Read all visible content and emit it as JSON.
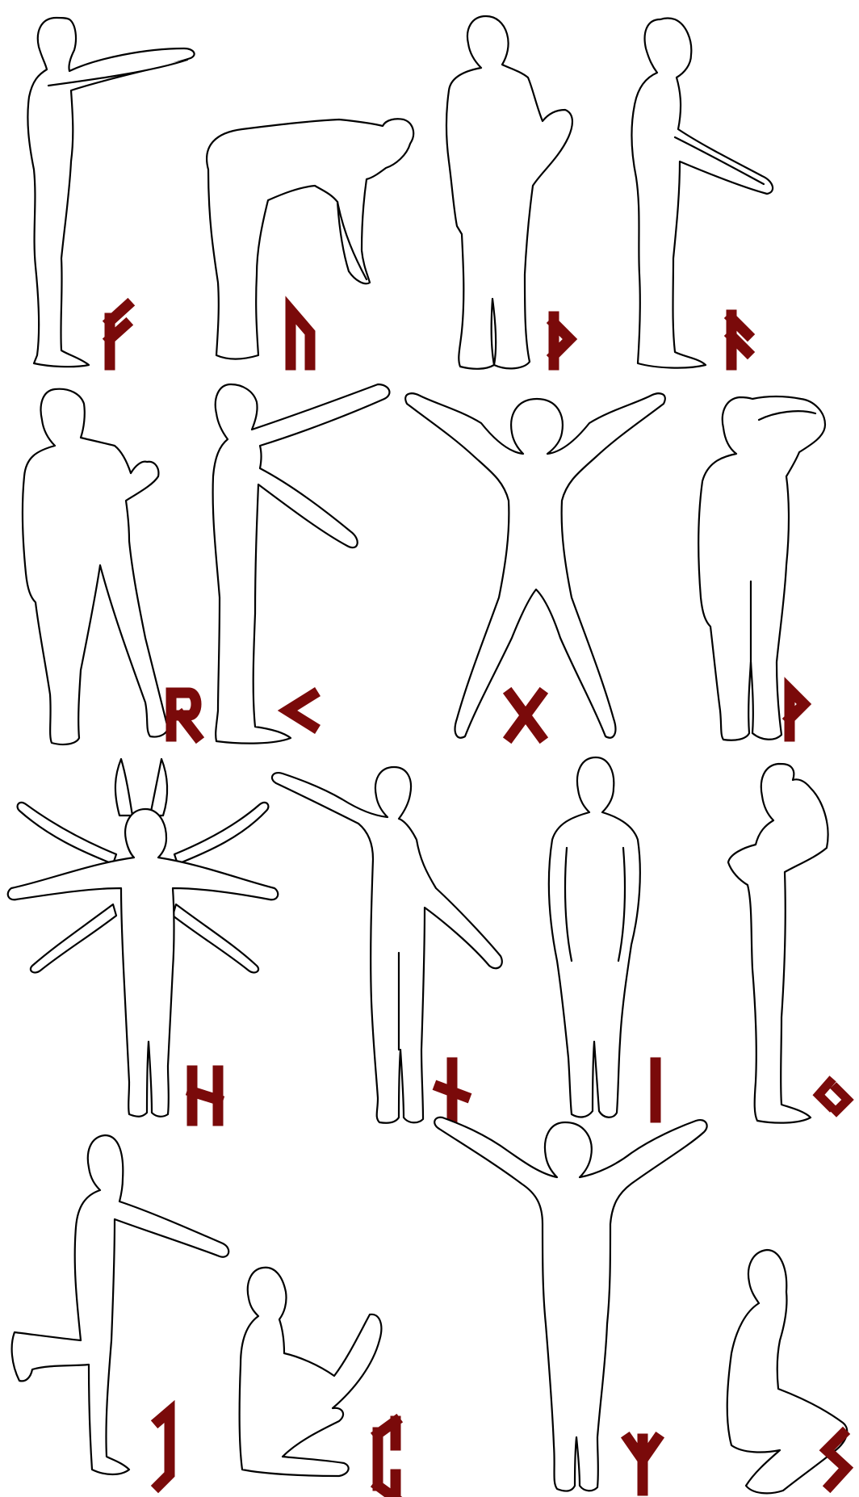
{
  "colors": {
    "rune": "#7a0a0a",
    "outline": "#000000",
    "background": "#ffffff"
  },
  "poses": [
    {
      "pose": "standing-side-arms-forward",
      "rune": {
        "name": "fehu"
      }
    },
    {
      "pose": "bent-forward-arms-down",
      "rune": {
        "name": "uruz"
      }
    },
    {
      "pose": "hand-on-hip",
      "rune": {
        "name": "thurisaz"
      }
    },
    {
      "pose": "arms-angled-forward-down",
      "rune": {
        "name": "ansuz"
      }
    },
    {
      "pose": "hand-on-hip-leg-out",
      "rune": {
        "name": "raidho"
      }
    },
    {
      "pose": "arms-wide-angle-side",
      "rune": {
        "name": "kenaz"
      }
    },
    {
      "pose": "spread-eagle",
      "rune": {
        "name": "gebo"
      }
    },
    {
      "pose": "hand-on-head",
      "rune": {
        "name": "wunjo"
      }
    },
    {
      "pose": "many-arms",
      "rune": {
        "name": "hagalaz"
      }
    },
    {
      "pose": "arms-diagonal",
      "rune": {
        "name": "naudiz"
      }
    },
    {
      "pose": "standing-straight",
      "rune": {
        "name": "isa"
      }
    },
    {
      "pose": "arms-folded-up",
      "rune": {
        "name": "jera"
      }
    },
    {
      "pose": "one-leg-back",
      "rune": {
        "name": "eihwaz"
      }
    },
    {
      "pose": "sitting-knees-up",
      "rune": {
        "name": "perthro"
      }
    },
    {
      "pose": "arms-raised-V",
      "rune": {
        "name": "algiz"
      }
    },
    {
      "pose": "squatting",
      "rune": {
        "name": "sowilo"
      }
    }
  ]
}
